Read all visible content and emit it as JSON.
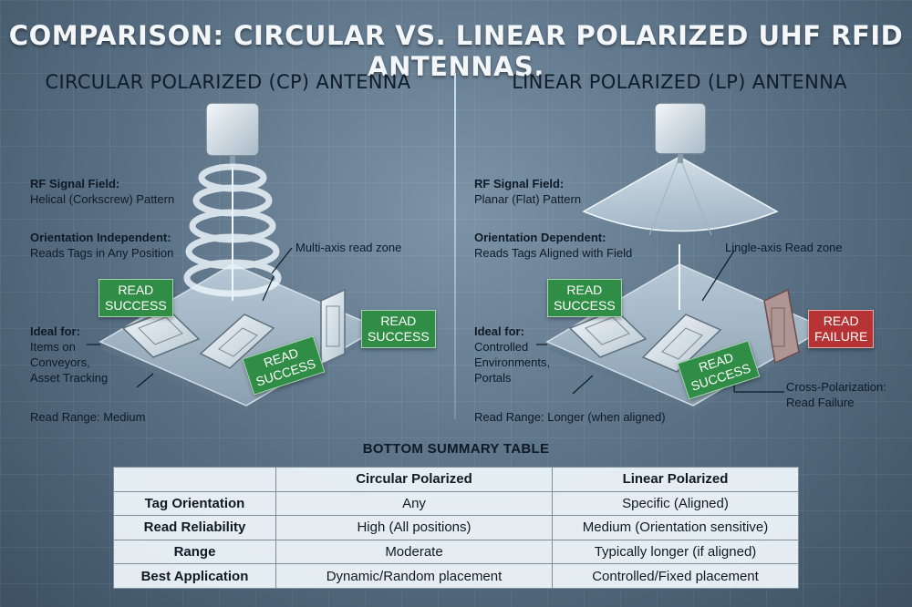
{
  "title": "COMPARISON: CIRCULAR VS. LINEAR POLARIZED UHF RFID ANTENNAS.",
  "left": {
    "heading": "CIRCULAR POLARIZED (CP) ANTENNA",
    "rf_title": "RF Signal Field:",
    "rf_desc": "Helical (Corkscrew) Pattern",
    "orient_title": "Orientation Independent:",
    "orient_desc": "Reads Tags in Any Position",
    "zone_label": "Multi-axis read zone",
    "ideal_title": "Ideal for:",
    "ideal_lines": [
      "Items on",
      "Conveyors,",
      "Asset Tracking"
    ],
    "range": "Read Range: Medium",
    "badges": [
      {
        "line1": "READ",
        "line2": "SUCCESS"
      },
      {
        "line1": "READ",
        "line2": "SUCCESS"
      },
      {
        "line1": "READ",
        "line2": "SUCCESS"
      }
    ]
  },
  "right": {
    "heading": "LINEAR POLARIZED (LP) ANTENNA",
    "rf_title": "RF Signal Field:",
    "rf_desc": "Planar (Flat) Pattern",
    "orient_title": "Orientation Dependent:",
    "orient_desc": "Reads Tags Aligned with Field",
    "zone_label": "Lingle-axis Read zone",
    "ideal_title": "Ideal for:",
    "ideal_lines": [
      "Controlled",
      "Environments,",
      "Portals"
    ],
    "range": "Read Range: Longer (when aligned)",
    "cross_lines": [
      "Cross-Polarization:",
      "Read Failure"
    ],
    "badges": [
      {
        "line1": "READ",
        "line2": "SUCCESS"
      },
      {
        "line1": "READ",
        "line2": "SUCCESS"
      },
      {
        "line1": "READ",
        "line2": "FAILURE"
      }
    ]
  },
  "colors": {
    "success": "#2f8d46",
    "failure": "#b73232"
  },
  "table": {
    "title": "BOTTOM SUMMARY TABLE",
    "headers": [
      "",
      "Circular Polarized",
      "Linear Polarized"
    ],
    "rows": [
      [
        "Tag Orientation",
        "Any",
        "Specific (Aligned)"
      ],
      [
        "Read Reliability",
        "High (All positions)",
        "Medium (Orientation sensitive)"
      ],
      [
        "Range",
        "Moderate",
        "Typically longer (if aligned)"
      ],
      [
        "Best Application",
        "Dynamic/Random placement",
        "Controlled/Fixed placement"
      ]
    ]
  }
}
